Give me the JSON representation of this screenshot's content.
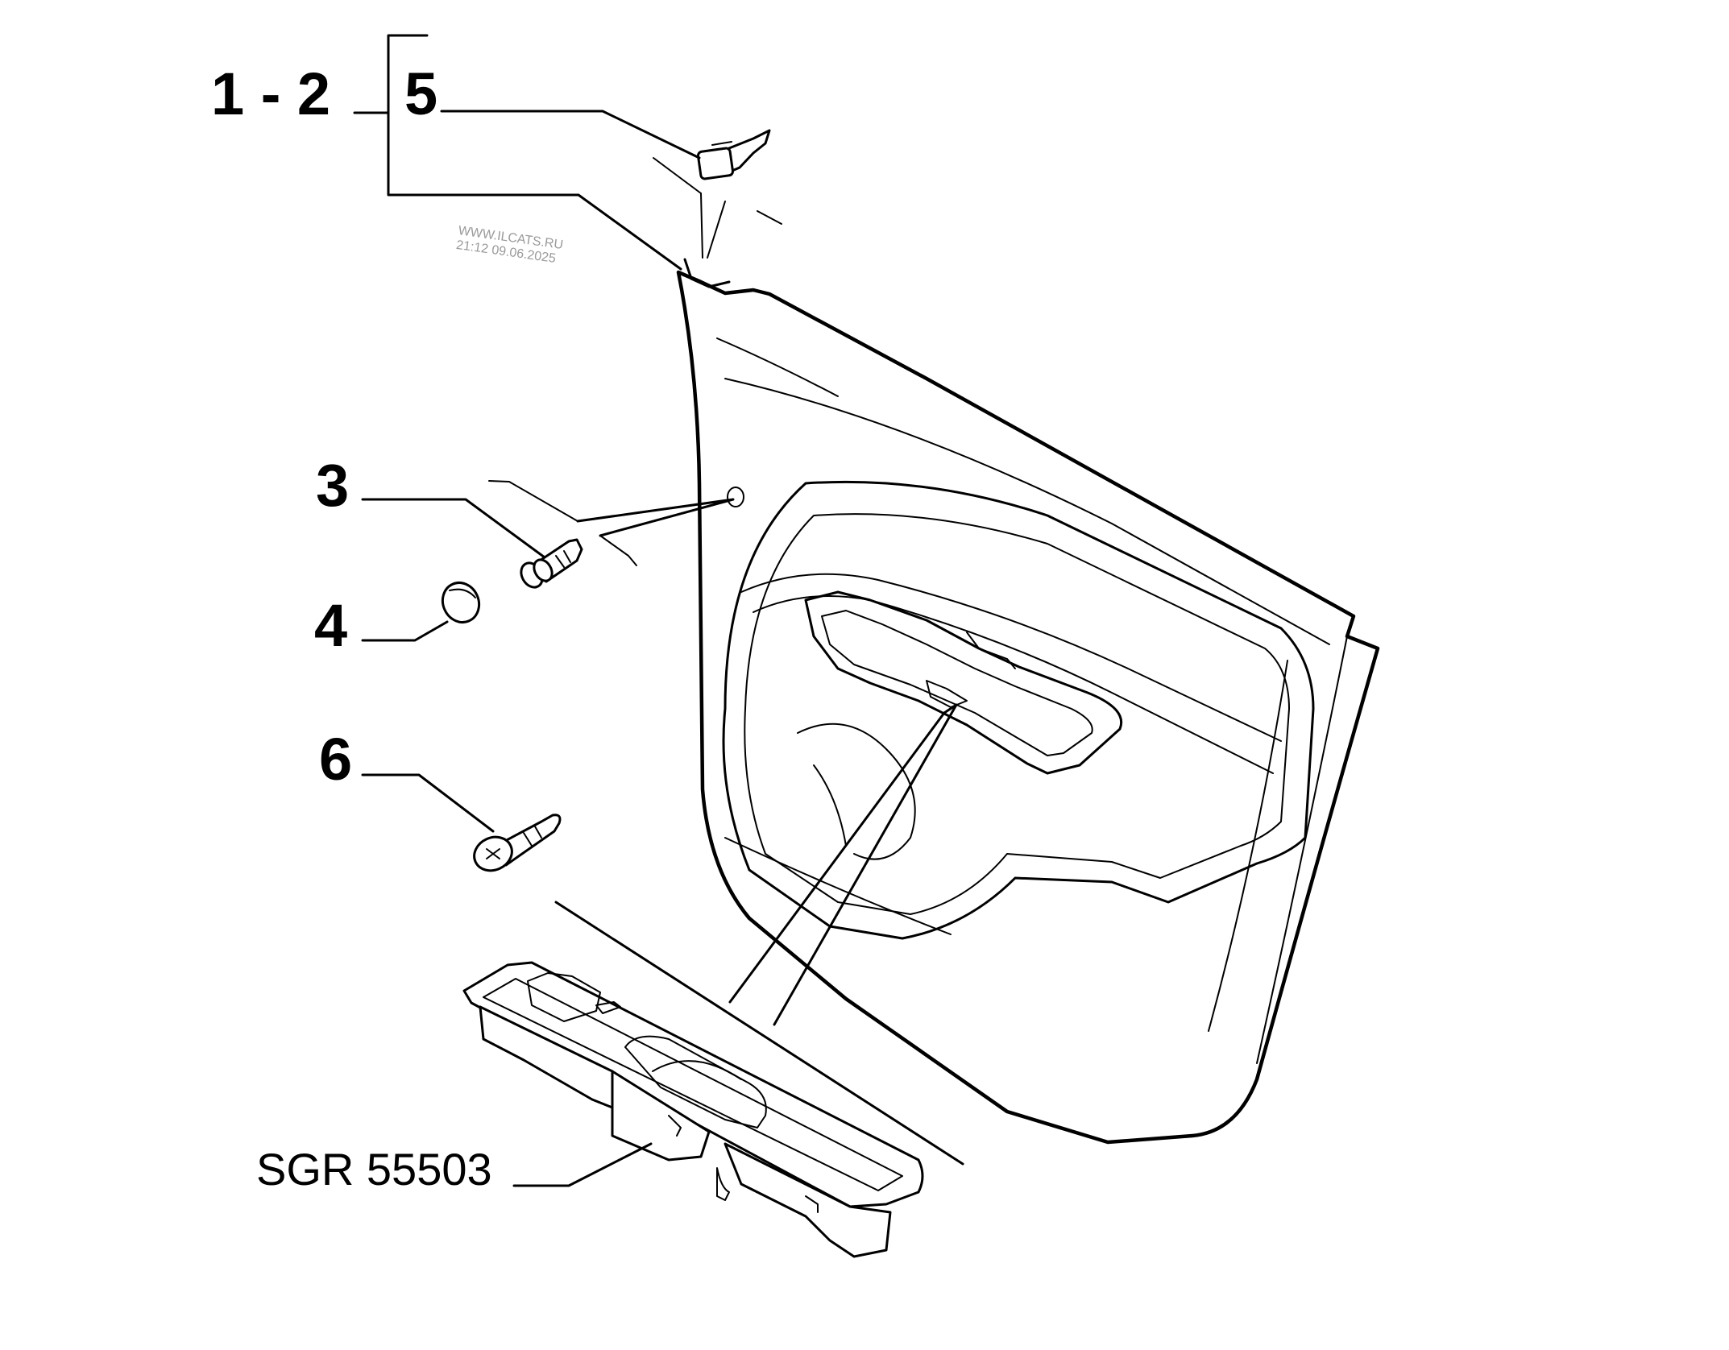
{
  "labels": {
    "part_1_2": "1 - 2",
    "part_5": "5",
    "part_3": "3",
    "part_4": "4",
    "part_6": "6",
    "assembly_code": "SGR 55503"
  },
  "watermark": {
    "site": "WWW.ILCATS.RU",
    "timestamp": "21:12 09.06.2025"
  }
}
